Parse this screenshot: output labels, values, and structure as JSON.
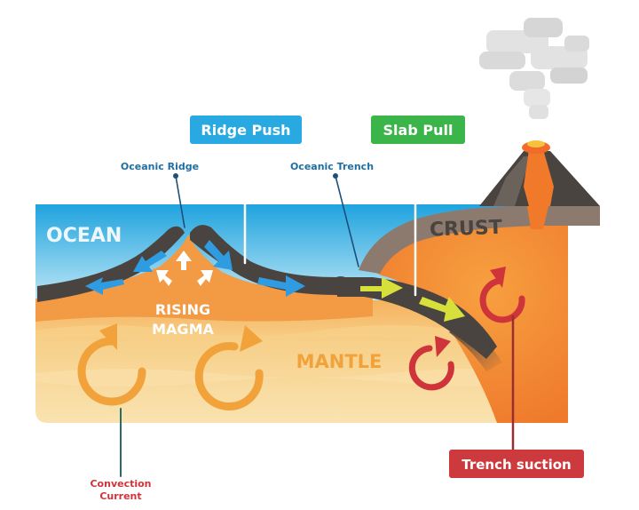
{
  "labels": {
    "ridge_push": "Ridge Push",
    "slab_pull": "Slab Pull",
    "oceanic_ridge": "Oceanic Ridge",
    "oceanic_trench": "Oceanic Trench",
    "ocean": "OCEAN",
    "crust": "CRUST",
    "rising_1": "RISING",
    "rising_2": "MAGMA",
    "mantle": "MANTLE",
    "convection_1": "Convection",
    "convection_2": "Current",
    "trench_suction": "Trench suction"
  },
  "colors": {
    "ocean_top": "#2aa8e0",
    "ocean_bottom": "#bfe6f4",
    "plate": "#4a4440",
    "mantle_light": "#f8e0a4",
    "mantle_mid": "#f3c77b",
    "mantle_orange": "#f28a3c",
    "blue_arrow": "#2f9be0",
    "yellow_arrow": "#d7e03b",
    "orange_cycle": "#f2a23a",
    "red_cycle": "#d0343b",
    "badge_blue": "#29a9e1",
    "badge_green": "#3bb44a",
    "badge_red": "#cc3a3e",
    "dark_label": "#1d6fa5"
  }
}
